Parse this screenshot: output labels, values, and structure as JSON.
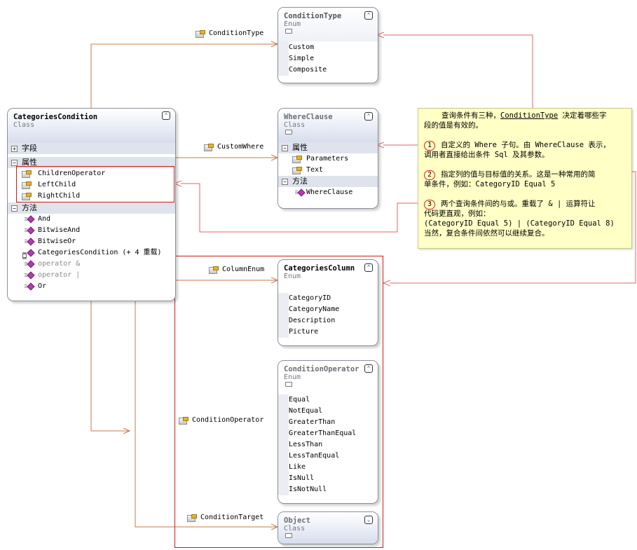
{
  "categories_condition": {
    "title": "CategoriesCondition",
    "stereotype": "Class",
    "toggle": "⌃",
    "sections": {
      "fields": "字段",
      "properties": "属性",
      "methods": "方法"
    },
    "properties": [
      "ChildrenOperator",
      "LeftChild",
      "RightChild"
    ],
    "methods": [
      "And",
      "BitwiseAnd",
      "BitwiseOr",
      "CategoriesCondition (+ 4 重载)",
      "operator &",
      "operator |",
      "Or"
    ]
  },
  "condition_type": {
    "title": "ConditionType",
    "stereotype": "Enum",
    "values": [
      "Custom",
      "Simple",
      "Composite"
    ]
  },
  "where_clause": {
    "title": "WhereClause",
    "stereotype": "Class",
    "sections": {
      "properties": "属性",
      "methods": "方法"
    },
    "properties": [
      "Parameters",
      "Text"
    ],
    "methods": [
      "WhereClause"
    ]
  },
  "categories_column": {
    "title": "CategoriesColumn",
    "stereotype": "Enum",
    "values": [
      "CategoryID",
      "CategoryName",
      "Description",
      "Picture"
    ]
  },
  "condition_operator": {
    "title": "ConditionOperator",
    "stereotype": "Enum",
    "values": [
      "Equal",
      "NotEqual",
      "GreaterThan",
      "GreaterThanEqual",
      "LessThan",
      "LessTanEqual",
      "Like",
      "IsNull",
      "IsNotNull"
    ]
  },
  "object_class": {
    "title": "Object",
    "stereotype": "Class",
    "toggle": "⌄"
  },
  "associations": {
    "condition_type": "ConditionType",
    "custom_where": "CustomWhere",
    "column_enum": "ColumnEnum",
    "condition_operator": "ConditionOperator",
    "condition_target": "ConditionTarget"
  },
  "note": {
    "line1_a": "查询条件有三种，",
    "line1_b": "ConditionType",
    "line1_c": " 决定着哪些字",
    "line2": "段的值是有效的。",
    "n1": "1",
    "p1_line1": "自定义的 Where 子句。由 WhereClause 表示，",
    "p1_line2": "调用者直接给出条件 Sql 及其参数。",
    "n2": "2",
    "p2_line1": "指定列的值与目标值的关系。这是一种常用的简",
    "p2_line2": "单条件，例如：CategoryID Equal 5",
    "n3": "3",
    "p3_line1": "两个查询条件间的与或。重载了 & | 运算符让",
    "p3_line2": "代码更直观，例如：",
    "p3_line3": "(CategoryID Equal 5) | (CategoryID Equal 8)",
    "p3_line4": "当然，复合条件间依然可以继续复合。"
  },
  "colors": {
    "connector": "#c47a4e",
    "note_link": "#e06464",
    "highlight": "#d01818",
    "note_bg": "#ffffc6"
  }
}
